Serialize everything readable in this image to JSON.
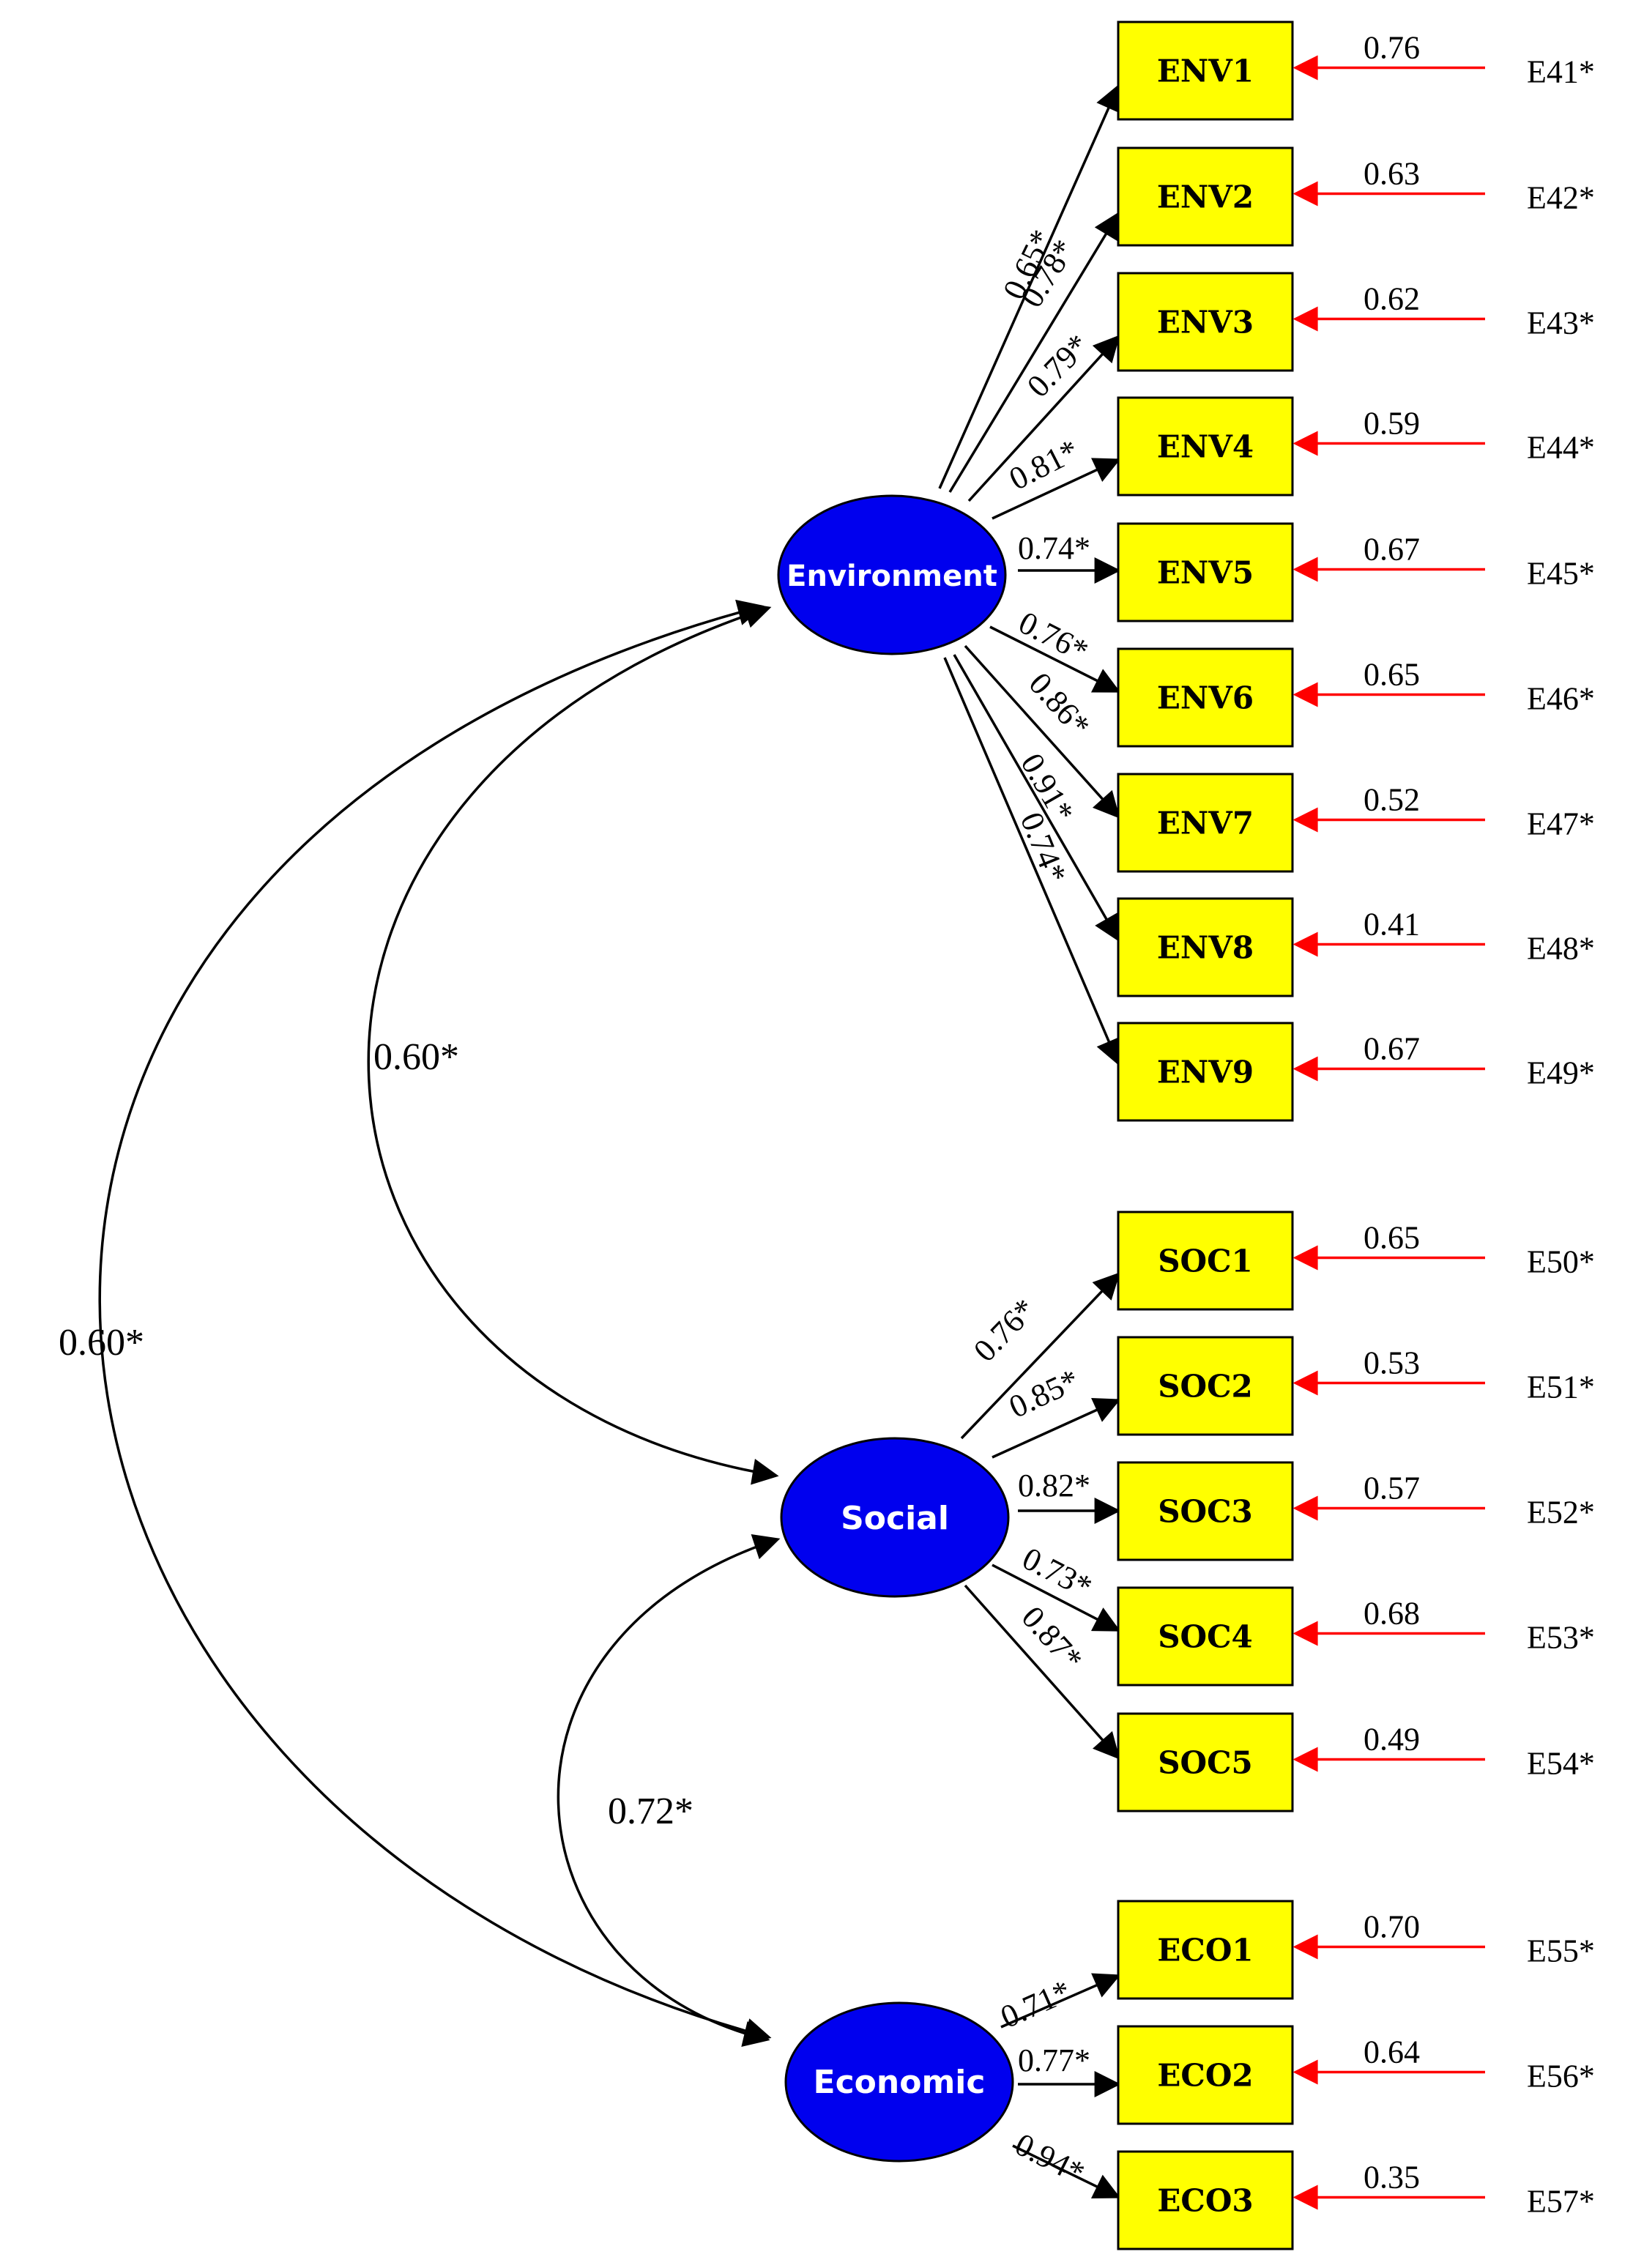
{
  "latents": [
    {
      "id": "env",
      "label": "Environment"
    },
    {
      "id": "soc",
      "label": "Social"
    },
    {
      "id": "eco",
      "label": "Economic"
    }
  ],
  "indicators": [
    {
      "label": "ENV1",
      "latent": "env",
      "loading": "0.65*",
      "error_value": "0.76",
      "error_label": "E41*"
    },
    {
      "label": "ENV2",
      "latent": "env",
      "loading": "0.78*",
      "error_value": "0.63",
      "error_label": "E42*"
    },
    {
      "label": "ENV3",
      "latent": "env",
      "loading": "0.79*",
      "error_value": "0.62",
      "error_label": "E43*"
    },
    {
      "label": "ENV4",
      "latent": "env",
      "loading": "0.81*",
      "error_value": "0.59",
      "error_label": "E44*"
    },
    {
      "label": "ENV5",
      "latent": "env",
      "loading": "0.74*",
      "error_value": "0.67",
      "error_label": "E45*"
    },
    {
      "label": "ENV6",
      "latent": "env",
      "loading": "0.76*",
      "error_value": "0.65",
      "error_label": "E46*"
    },
    {
      "label": "ENV7",
      "latent": "env",
      "loading": "0.86*",
      "error_value": "0.52",
      "error_label": "E47*"
    },
    {
      "label": "ENV8",
      "latent": "env",
      "loading": "0.91*",
      "error_value": "0.41",
      "error_label": "E48*"
    },
    {
      "label": "ENV9",
      "latent": "env",
      "loading": "0.74*",
      "error_value": "0.67",
      "error_label": "E49*"
    },
    {
      "label": "SOC1",
      "latent": "soc",
      "loading": "0.76*",
      "error_value": "0.65",
      "error_label": "E50*"
    },
    {
      "label": "SOC2",
      "latent": "soc",
      "loading": "0.85*",
      "error_value": "0.53",
      "error_label": "E51*"
    },
    {
      "label": "SOC3",
      "latent": "soc",
      "loading": "0.82*",
      "error_value": "0.57",
      "error_label": "E52*"
    },
    {
      "label": "SOC4",
      "latent": "soc",
      "loading": "0.73*",
      "error_value": "0.68",
      "error_label": "E53*"
    },
    {
      "label": "SOC5",
      "latent": "soc",
      "loading": "0.87*",
      "error_value": "0.49",
      "error_label": "E54*"
    },
    {
      "label": "ECO1",
      "latent": "eco",
      "loading": "0.71*",
      "error_value": "0.70",
      "error_label": "E55*"
    },
    {
      "label": "ECO2",
      "latent": "eco",
      "loading": "0.77*",
      "error_value": "0.64",
      "error_label": "E56*"
    },
    {
      "label": "ECO3",
      "latent": "eco",
      "loading": "0.94*",
      "error_value": "0.35",
      "error_label": "E57*"
    }
  ],
  "correlations": [
    {
      "from": "env",
      "to": "soc",
      "value": "0.60*"
    },
    {
      "from": "env",
      "to": "eco",
      "value": "0.60*"
    },
    {
      "from": "soc",
      "to": "eco",
      "value": "0.72*"
    }
  ],
  "colors": {
    "latent_fill": "#0000ee",
    "latent_text": "#ffffff",
    "indicator_fill": "#ffff00",
    "error_arrow": "#ff0000",
    "line": "#000000"
  }
}
